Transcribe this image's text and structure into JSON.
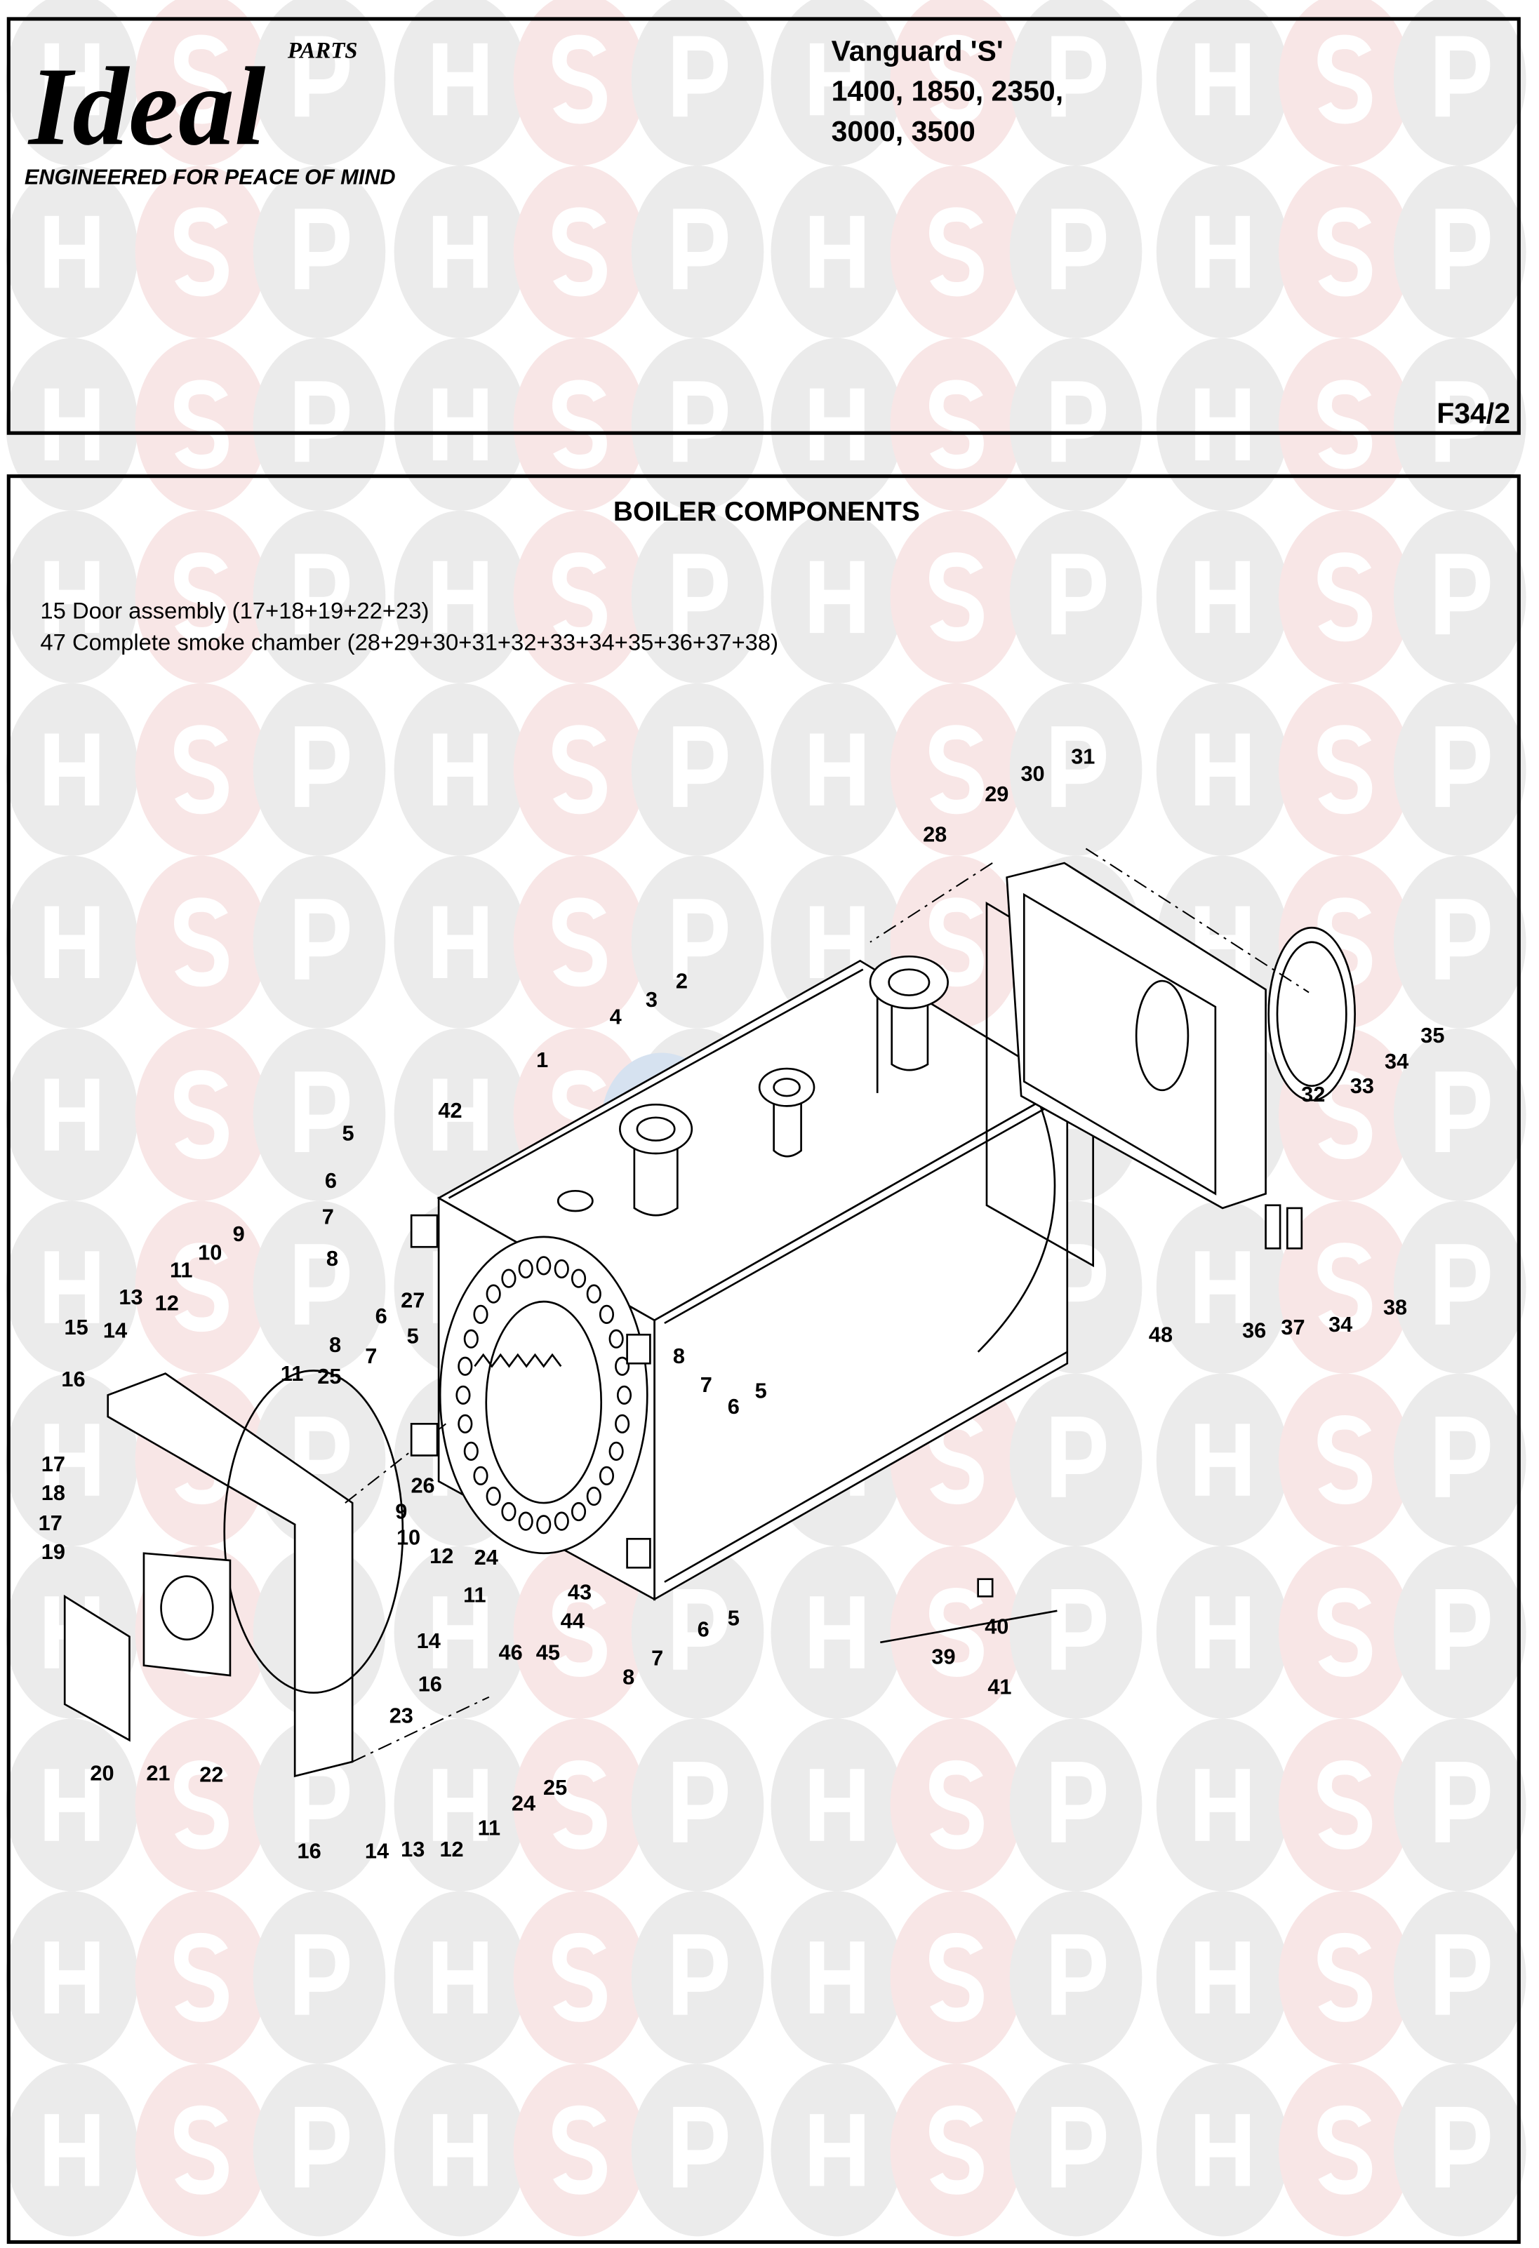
{
  "header": {
    "logo_brand": "Ideal",
    "logo_parts": "PARTS",
    "tagline": "ENGINEERED FOR PEACE OF MIND",
    "model_line1": "Vanguard 'S'",
    "model_line2": "1400, 1850, 2350,",
    "model_line3": "3000, 3500",
    "sheet_ref": "F34/2"
  },
  "diagram": {
    "title": "BOILER COMPONENTS",
    "notes": [
      "15 Door assembly (17+18+19+22+23)",
      "47 Complete smoke chamber (28+29+30+31+32+33+34+35+36+37+38)"
    ],
    "callouts": [
      "31",
      "30",
      "29",
      "28",
      "2",
      "3",
      "4",
      "1",
      "42",
      "5",
      "6",
      "7",
      "8",
      "10",
      "9",
      "11",
      "12",
      "13",
      "14",
      "15",
      "16",
      "27",
      "6",
      "5",
      "8",
      "7",
      "25",
      "11",
      "17",
      "18",
      "17",
      "19",
      "26",
      "9",
      "10",
      "12",
      "11",
      "24",
      "46",
      "45",
      "44",
      "43",
      "8",
      "7",
      "6",
      "5",
      "8",
      "7",
      "6",
      "5",
      "14",
      "16",
      "23",
      "20",
      "21",
      "22",
      "16",
      "14",
      "13",
      "12",
      "11",
      "24",
      "25",
      "40",
      "39",
      "41",
      "48",
      "36",
      "37",
      "34",
      "38",
      "32",
      "33",
      "34",
      "35"
    ]
  },
  "watermark": {
    "letters": [
      "H",
      "S",
      "P"
    ],
    "grey": "#ebebeb",
    "pink": "#f8e6e6",
    "blue": "#d6e2f0"
  }
}
